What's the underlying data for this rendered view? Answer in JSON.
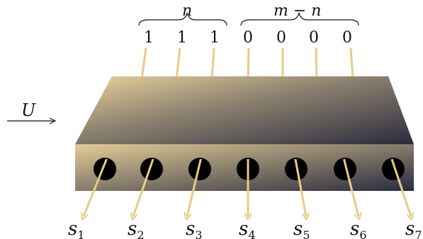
{
  "braces": {
    "left_label": "n",
    "right_label": "m − n"
  },
  "inputs": [
    "1",
    "1",
    "1",
    "0",
    "0",
    "0",
    "0"
  ],
  "operator": {
    "label": "U"
  },
  "outputs": [
    {
      "base": "s",
      "sub": "1"
    },
    {
      "base": "s",
      "sub": "2"
    },
    {
      "base": "s",
      "sub": "3"
    },
    {
      "base": "s",
      "sub": "4"
    },
    {
      "base": "s",
      "sub": "5"
    },
    {
      "base": "s",
      "sub": "6"
    },
    {
      "base": "s",
      "sub": "7"
    }
  ],
  "colors": {
    "wire": "#e6cc86",
    "box_light": "#e8d29c",
    "box_dark": "#2b2b3f",
    "port": "#000000",
    "text": "#111111"
  }
}
